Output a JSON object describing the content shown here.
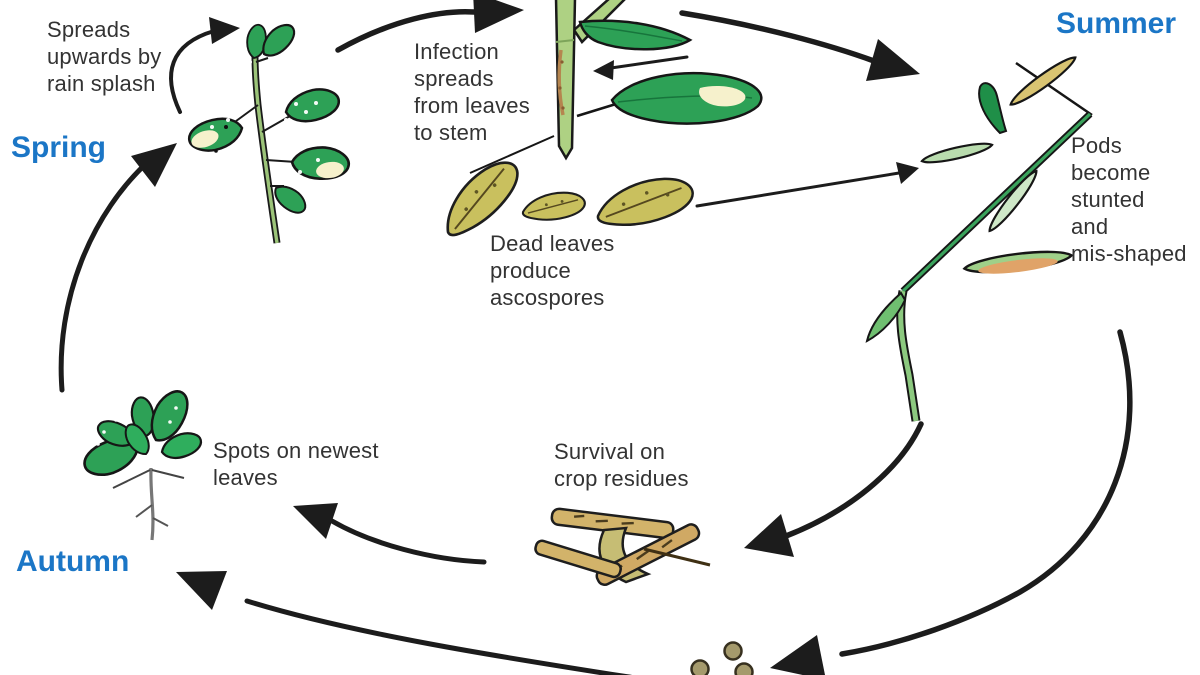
{
  "diagram": {
    "season_labels": {
      "spring": "Spring",
      "summer": "Summer",
      "autumn": "Autumn"
    },
    "annotations": {
      "rain_splash": "Spreads\nupwards by\nrain splash",
      "infection_spread": "Infection\nspreads\nfrom leaves\nto stem",
      "dead_leaves": "Dead leaves\nproduce\nascospores",
      "pods": "Pods\nbecome\nstunted\nand\nmis-shaped",
      "newest_leaves": "Spots on newest\nleaves",
      "survival": "Survival on\ncrop residues"
    },
    "colors": {
      "season-label": "#1b76c6",
      "annotation-text": "#333333",
      "arrow": "#1c1c1c",
      "leaf-green": "#2da156",
      "stem-green": "#aed183",
      "lesion-cream": "#f6f1cc",
      "dead-leaf": "#c9c05e",
      "residue-tan": "#d2b36a",
      "seed-brown": "#a59a6c"
    }
  }
}
